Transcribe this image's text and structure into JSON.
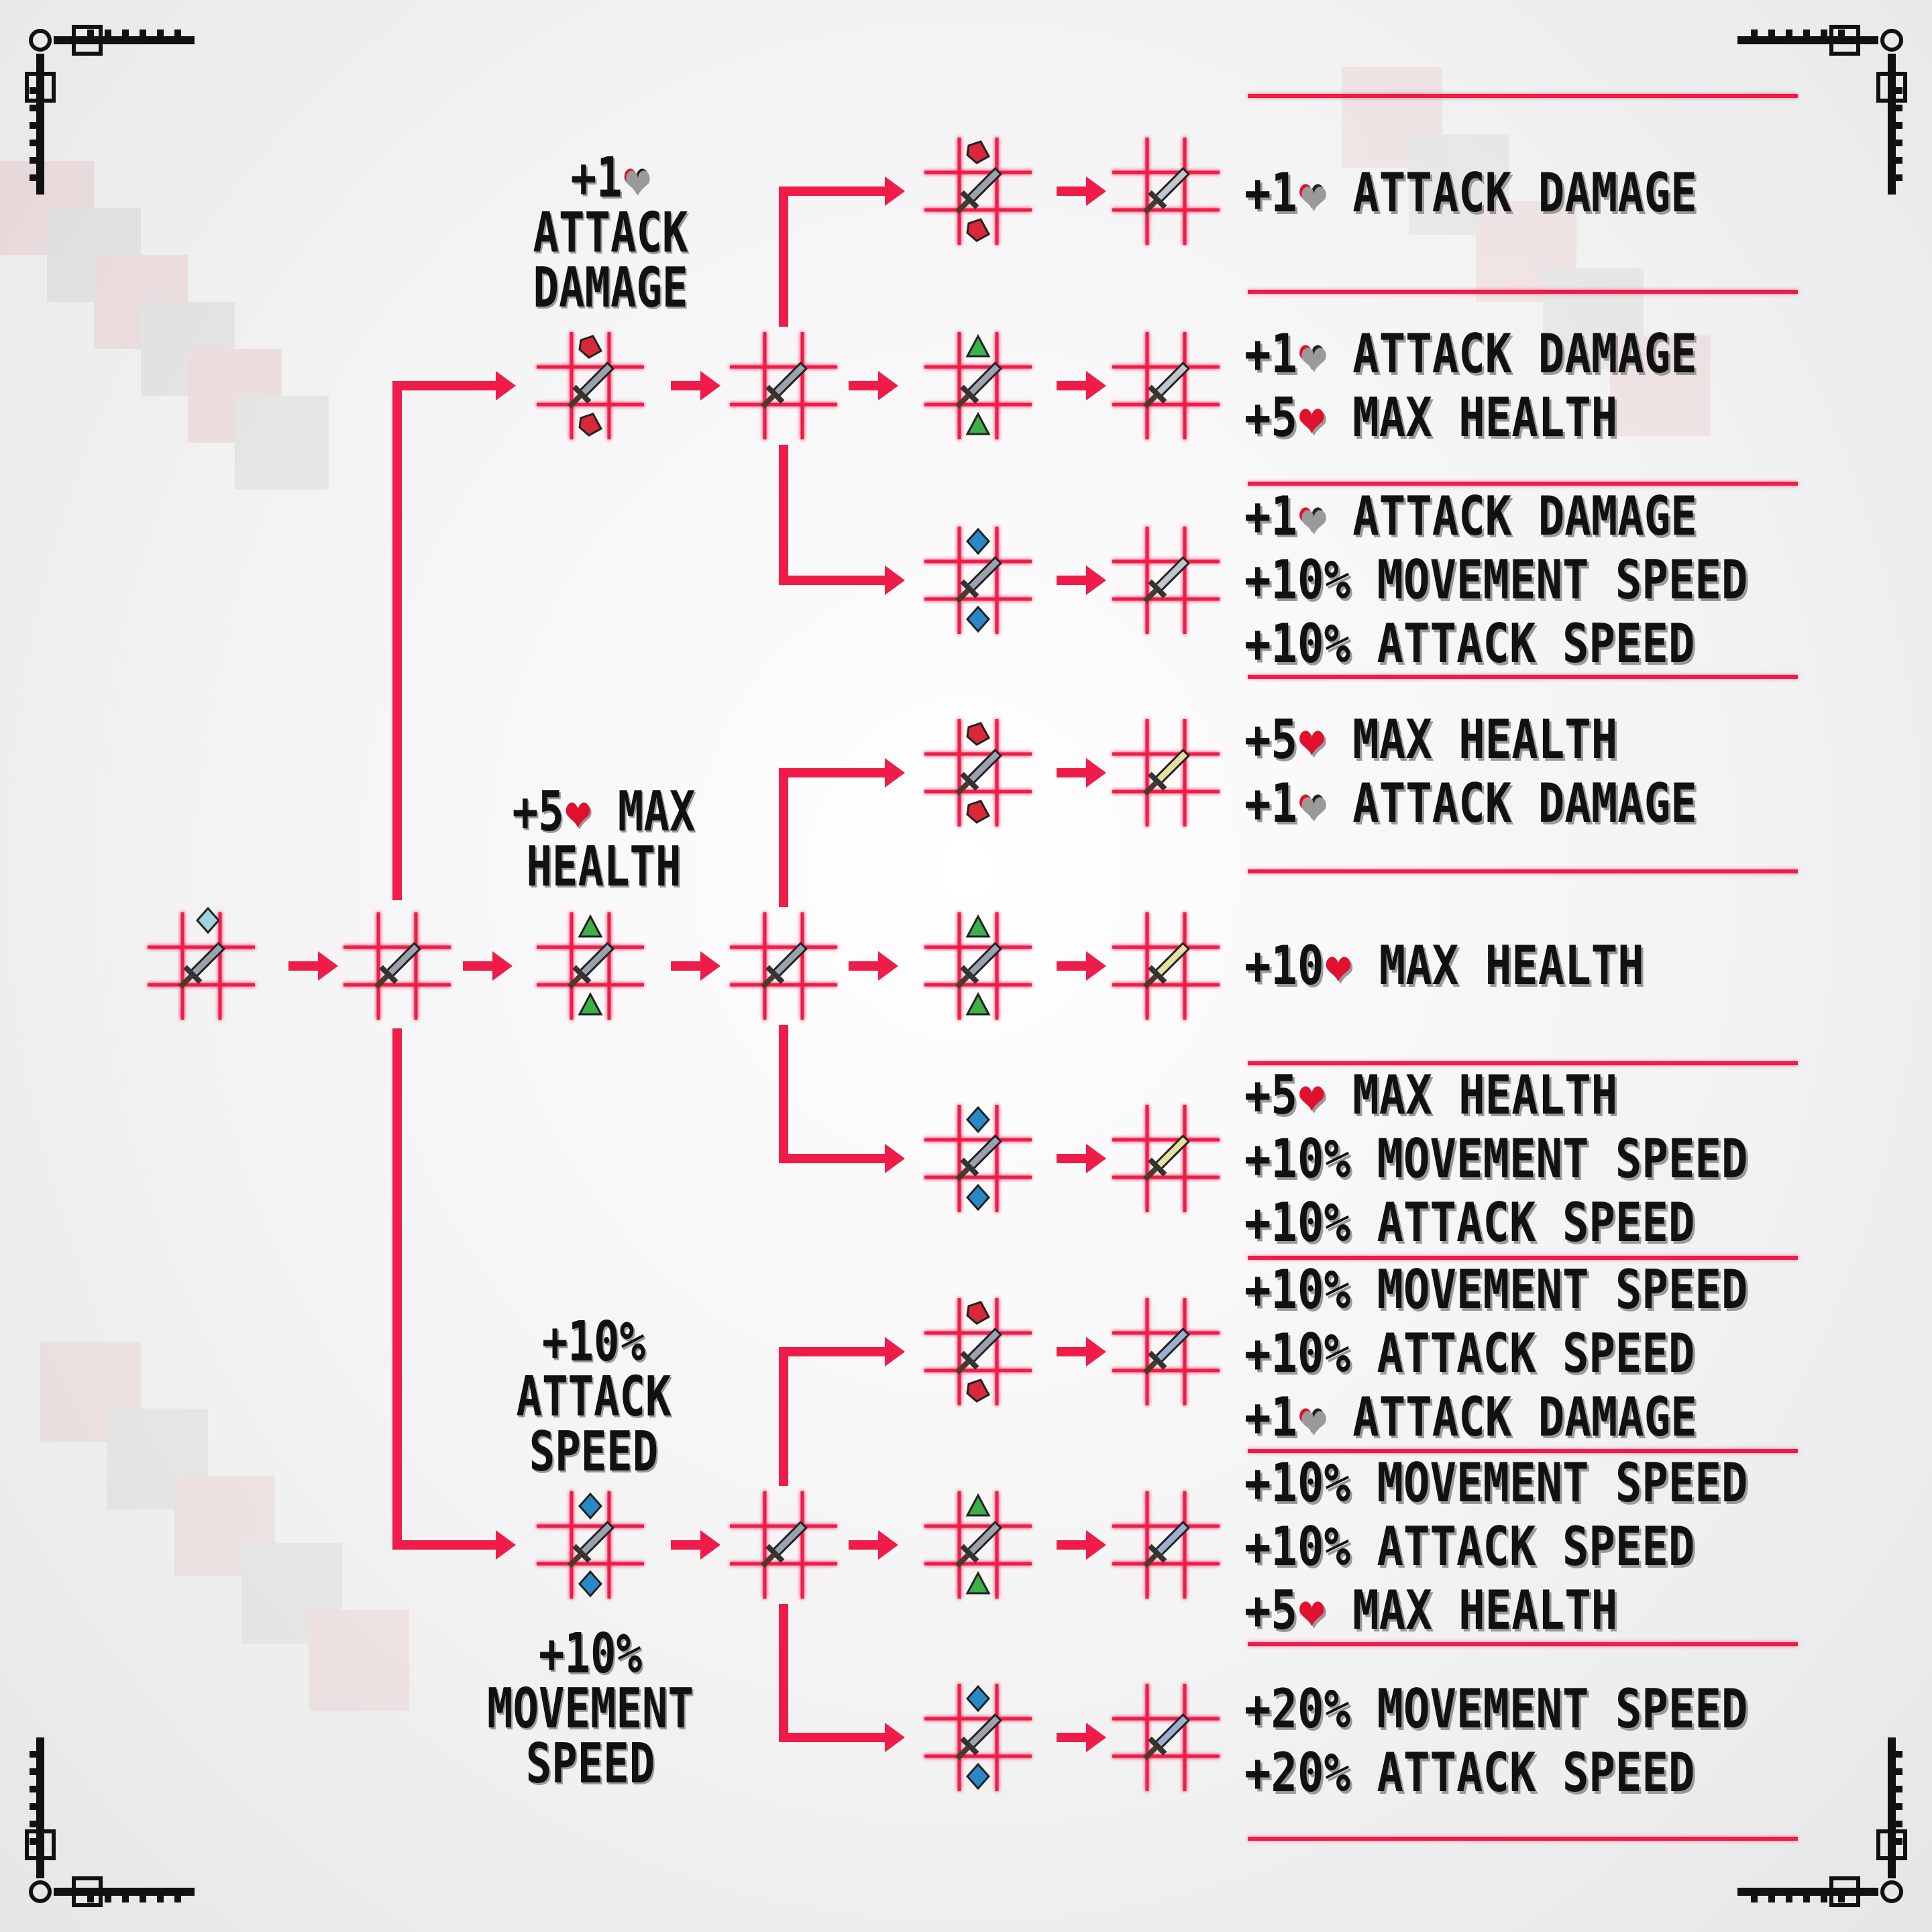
{
  "colors": {
    "accent": "#ef1c4a",
    "heart": "#e0102e",
    "text": "#111111",
    "red_gem": "#d8283a",
    "green_gem": "#3cb04a",
    "blue_gem": "#2a88c8",
    "start_gem": "#9fd3e0"
  },
  "watermark": "",
  "branch_labels": [
    {
      "id": "attack",
      "lines": [
        "+1",
        "ATTACK",
        "DAMAGE"
      ],
      "heart": "half"
    },
    {
      "id": "health",
      "lines": [
        "+5",
        "MAX",
        "HEALTH"
      ],
      "heart": "full"
    },
    {
      "id": "speed_top",
      "lines": [
        "+10%",
        "ATTACK",
        "SPEED"
      ]
    },
    {
      "id": "speed_bottom",
      "lines": [
        "+10%",
        "MOVEMENT",
        "SPEED"
      ]
    }
  ],
  "results": [
    {
      "lines": [
        {
          "num": "+1",
          "heart": "half",
          "text": "ATTACK DAMAGE"
        }
      ]
    },
    {
      "lines": [
        {
          "num": "+1",
          "heart": "half",
          "text": "ATTACK DAMAGE"
        },
        {
          "num": "+5",
          "heart": "full",
          "text": "MAX HEALTH"
        }
      ]
    },
    {
      "lines": [
        {
          "num": "+1",
          "heart": "half",
          "text": "ATTACK DAMAGE"
        },
        {
          "num": "+10%",
          "text": "MOVEMENT SPEED"
        },
        {
          "num": "+10%",
          "text": "ATTACK SPEED"
        }
      ]
    },
    {
      "lines": [
        {
          "num": "+5",
          "heart": "full",
          "text": "MAX HEALTH"
        },
        {
          "num": "+1",
          "heart": "half",
          "text": "ATTACK DAMAGE"
        }
      ]
    },
    {
      "lines": [
        {
          "num": "+10",
          "heart": "full",
          "text": "MAX HEALTH"
        }
      ]
    },
    {
      "lines": [
        {
          "num": "+5",
          "heart": "full",
          "text": "MAX HEALTH"
        },
        {
          "num": "+10%",
          "text": "MOVEMENT SPEED"
        },
        {
          "num": "+10%",
          "text": "ATTACK SPEED"
        }
      ]
    },
    {
      "lines": [
        {
          "num": "+10%",
          "text": "MOVEMENT SPEED"
        },
        {
          "num": "+10%",
          "text": "ATTACK SPEED"
        },
        {
          "num": "+1",
          "heart": "half",
          "text": "ATTACK DAMAGE"
        }
      ]
    },
    {
      "lines": [
        {
          "num": "+10%",
          "text": "MOVEMENT SPEED"
        },
        {
          "num": "+10%",
          "text": "ATTACK SPEED"
        },
        {
          "num": "+5",
          "heart": "full",
          "text": "MAX HEALTH"
        }
      ]
    },
    {
      "lines": [
        {
          "num": "+20%",
          "text": "MOVEMENT SPEED"
        },
        {
          "num": "+20%",
          "text": "ATTACK SPEED"
        }
      ]
    }
  ],
  "icons": {
    "sword": "sword-icon",
    "red_gem": "red-gem-icon",
    "green_gem": "green-gem-icon",
    "blue_gem": "blue-gem-icon",
    "start_gem": "star-gem-icon",
    "heart": "heart-icon",
    "arrow": "arrow-icon"
  }
}
